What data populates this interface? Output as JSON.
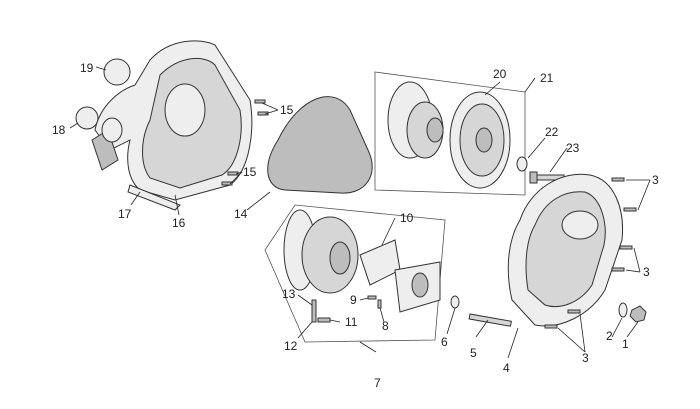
{
  "callouts": [
    {
      "id": "c1",
      "label": "1"
    },
    {
      "id": "c2",
      "label": "2"
    },
    {
      "id": "c3a",
      "label": "3"
    },
    {
      "id": "c3b",
      "label": "3"
    },
    {
      "id": "c3c",
      "label": "3"
    },
    {
      "id": "c4",
      "label": "4"
    },
    {
      "id": "c5",
      "label": "5"
    },
    {
      "id": "c6",
      "label": "6"
    },
    {
      "id": "c7",
      "label": "7"
    },
    {
      "id": "c8",
      "label": "8"
    },
    {
      "id": "c9",
      "label": "9"
    },
    {
      "id": "c10",
      "label": "10"
    },
    {
      "id": "c11",
      "label": "11"
    },
    {
      "id": "c12",
      "label": "12"
    },
    {
      "id": "c13",
      "label": "13"
    },
    {
      "id": "c14",
      "label": "14"
    },
    {
      "id": "c15a",
      "label": "15"
    },
    {
      "id": "c15b",
      "label": "15"
    },
    {
      "id": "c16",
      "label": "16"
    },
    {
      "id": "c17",
      "label": "17"
    },
    {
      "id": "c18",
      "label": "18"
    },
    {
      "id": "c19",
      "label": "19"
    },
    {
      "id": "c20",
      "label": "20"
    },
    {
      "id": "c21",
      "label": "21"
    },
    {
      "id": "c22",
      "label": "22"
    },
    {
      "id": "c23",
      "label": "23"
    }
  ],
  "colors": {
    "line": "#333333",
    "fill_light": "#eeeeee",
    "fill_dark": "#bdbdbd",
    "background": "#ffffff"
  }
}
